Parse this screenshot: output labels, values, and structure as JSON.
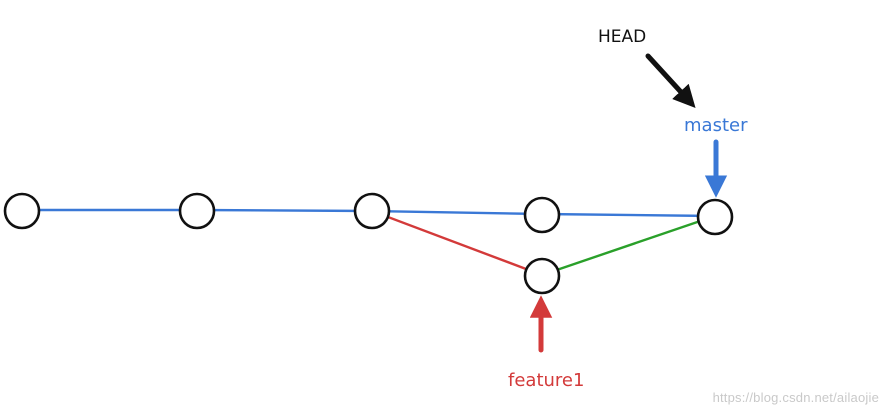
{
  "labels": {
    "head": "HEAD",
    "master": "master",
    "feature": "feature1"
  },
  "watermark": "https://blog.csdn.net/ailaojie",
  "colors": {
    "main_line": "#3a78d6",
    "feature_line": "#d33a3a",
    "merge_line": "#2aa02a",
    "head_arrow": "#111111",
    "master_arrow": "#3a78d6",
    "feature_arrow": "#d33a3a",
    "node_stroke": "#111111",
    "node_fill": "#ffffff"
  }
}
